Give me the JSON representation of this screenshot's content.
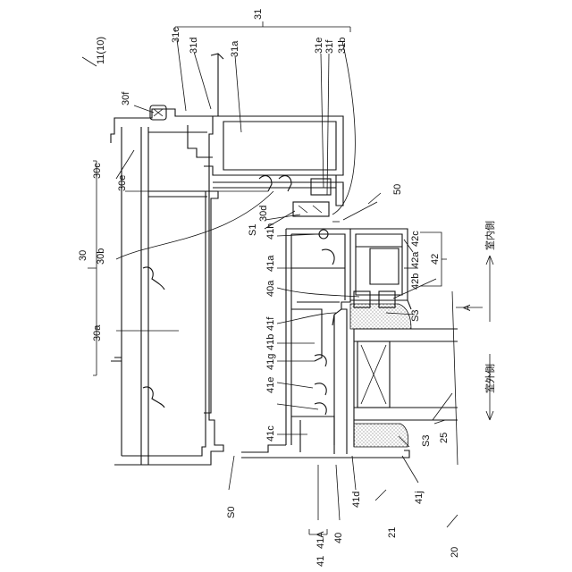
{
  "figure": {
    "ref_main": "11(10)",
    "labels": {
      "l31": "31",
      "l31a": "31a",
      "l31b": "31b",
      "l31c": "31c",
      "l31d": "31d",
      "l31e": "31e",
      "l31f": "31f",
      "l30": "30",
      "l30a": "30a",
      "l30b": "30b",
      "l30c": "30c",
      "l30d": "30d",
      "l30e": "30e",
      "l30f": "30f",
      "l50": "50",
      "lS1": "S1",
      "lS0": "S0",
      "lS3a": "S3",
      "lS3b": "S3",
      "l41": "41",
      "l41A": "41A",
      "l40": "40",
      "l41a": "41a",
      "l41b": "41b",
      "l41c": "41c",
      "l41d": "41d",
      "l41e": "41e",
      "l41f": "41f",
      "l41g": "41g",
      "l41h": "41h",
      "l41j": "41j",
      "l40a": "40a",
      "l42": "42",
      "l42a": "42a",
      "l42b": "42b",
      "l42c": "42c",
      "l21": "21",
      "l20": "20",
      "l25": "25",
      "lA": "A"
    },
    "directions": {
      "indoor": "室内側",
      "outdoor": "室外側"
    }
  }
}
